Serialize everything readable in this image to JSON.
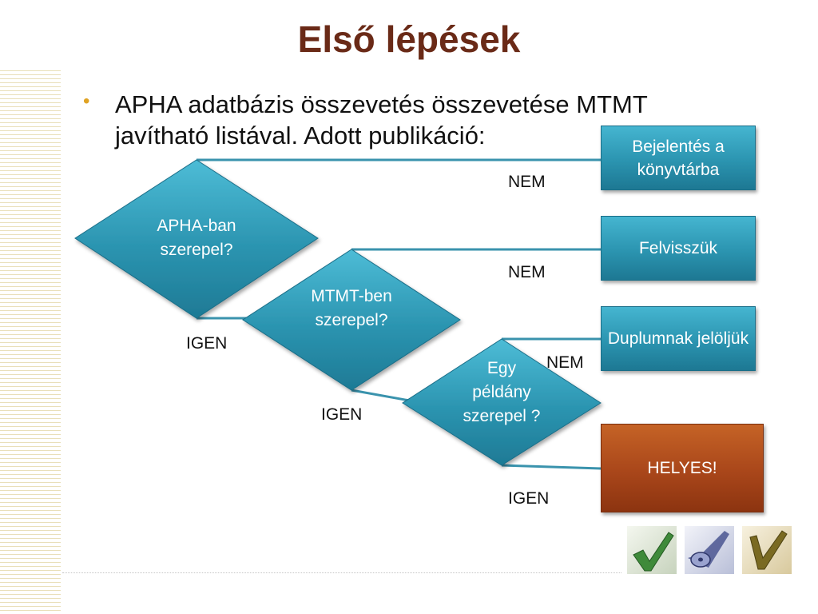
{
  "title": "Első lépések",
  "bullet": "APHA adatbázis összevetés összevetése MTMT javítható listával. Adott publikáció:",
  "decisions": {
    "d1": "APHA-ban szerepel?",
    "d2": "MTMT-ben szerepel?",
    "d3": "Egy példány szerepel ?"
  },
  "outcomes": {
    "o1": "Bejelentés a könyvtárba",
    "o2": "Felvisszük",
    "o3": "Duplumnak jelöljük",
    "o4": "HELYES!"
  },
  "labels": {
    "nem1": "NEM",
    "nem2": "NEM",
    "nem3": "NEM",
    "igen1": "IGEN",
    "igen2": "IGEN",
    "igen3": "IGEN"
  },
  "colors": {
    "decision": "#2b94b0",
    "outcome": "#2b94b0",
    "final": "#a9461a",
    "connector": "#3a93ad",
    "title": "#6a2a17",
    "bullet": "#e0a323"
  },
  "icons": [
    "green-checkmark-icon",
    "blue-cd-icon",
    "gold-checkmark-icon"
  ]
}
